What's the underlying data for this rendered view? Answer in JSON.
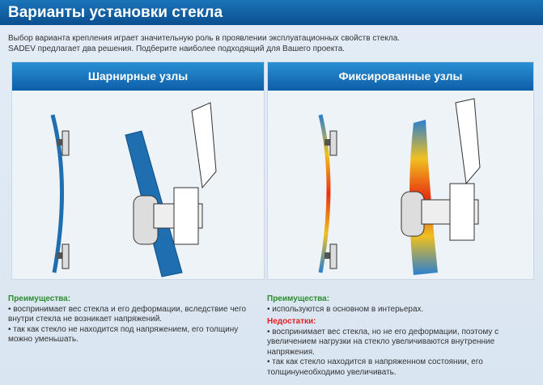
{
  "header": {
    "title": "Варианты установки стекла"
  },
  "intro": [
    "Выбор варианта крепления играет значительную роль в проявлении эксплуатационных свойств стекла.",
    "SADEV предлагает два решения. Подберите наиболее подходящий для Вашего проекта."
  ],
  "panels": [
    {
      "title": "Шарнирные узлы",
      "adv_label": "Преимущества:",
      "adv": [
        "• воспринимает вес стекла и его деформации, вследствие чего внутри стекла не возникает напряжений.",
        "• так как стекло не находится под напряжением, его толщину можно уменьшать."
      ]
    },
    {
      "title": "Фиксированные  узлы",
      "adv_label": "Преимущества:",
      "adv": [
        "• используются в основном в интерьерах."
      ],
      "dis_label": "Недостатки:",
      "dis": [
        "• воспринимает вес стекла, но не его деформации, поэтому с увеличением нагрузки на стекло увеличиваются внутренние напряжения.",
        "• так как стекло находится в напряженном состоянии, его толщинунеобходимо увеличивать."
      ]
    }
  ],
  "colors": {
    "header": "#0d5ea8",
    "glass": "#1f6fb0",
    "advantage": "#2e8b2e",
    "disadvantage": "#e02020"
  }
}
